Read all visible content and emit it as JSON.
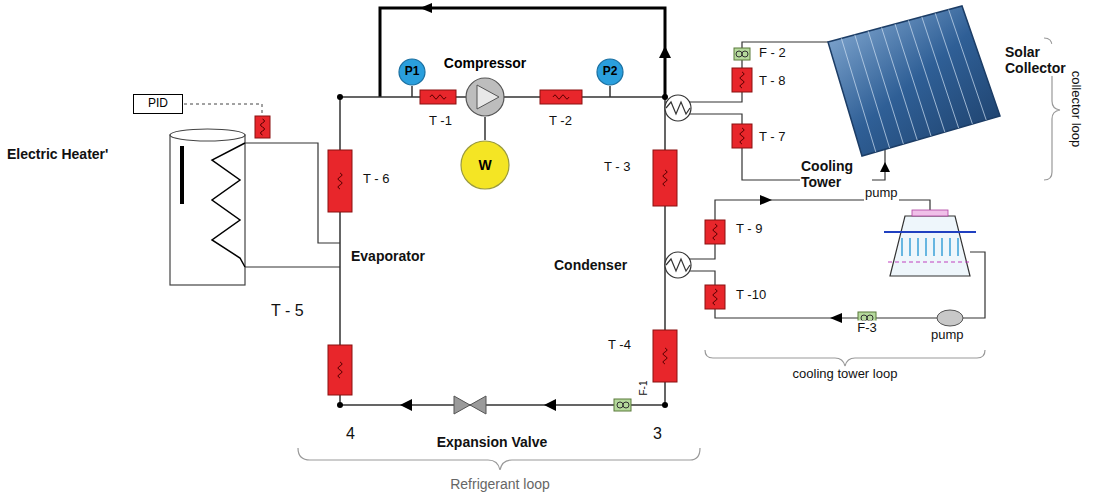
{
  "diagram": {
    "nodes": [
      {
        "text": [
          "PID"
        ]
      },
      {
        "text": [
          "Compressor"
        ]
      },
      {
        "text": [
          "P1"
        ]
      },
      {
        "text": [
          "P2"
        ]
      },
      {
        "text": [
          "W"
        ]
      }
    ],
    "edges": [
      {
        "from": 1,
        "to": 4,
        "arrow": "none"
      }
    ],
    "labels": [
      "Electric Heater'",
      "T - 6",
      "Evaporator",
      "T - 5",
      "4",
      "Expansion Valve",
      "3",
      "Refrigerant loop",
      "T -1",
      "T -2",
      "T - 3",
      "Condenser",
      "T -4",
      "F-1",
      "F - 2",
      "T - 8",
      "T - 7",
      "pump",
      "Solar Collector",
      "collector loop",
      "T - 9",
      "Cooling Tower",
      "T -10",
      "F-3",
      "pump",
      "cooling tower loop"
    ]
  }
}
